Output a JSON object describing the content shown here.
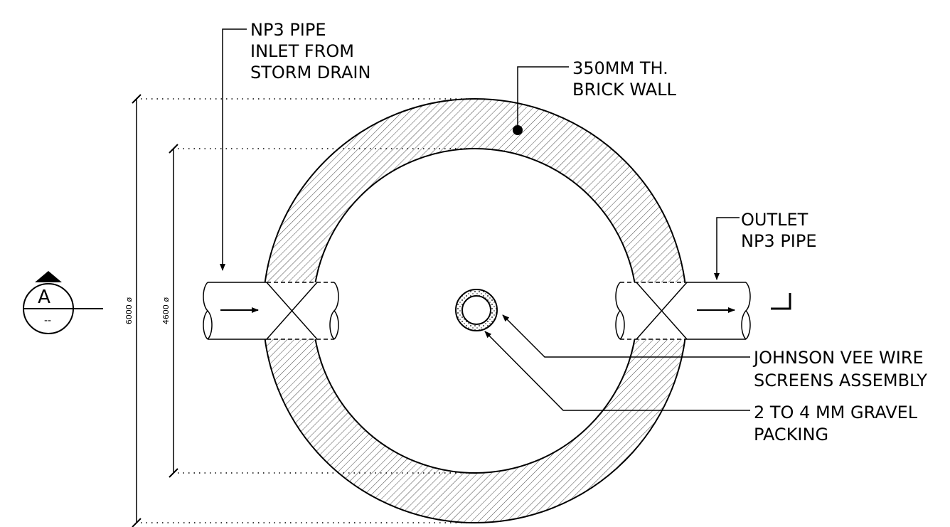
{
  "labels": {
    "inlet": [
      "NP3 PIPE",
      "INLET FROM",
      "STORM DRAIN"
    ],
    "wall": [
      "350MM TH.",
      "BRICK WALL"
    ],
    "outlet": [
      "OUTLET",
      "NP3 PIPE"
    ],
    "screens": [
      "JOHNSON VEE WIRE",
      "SCREENS ASSEMBLY"
    ],
    "gravel": [
      "2 TO 4 MM GRAVEL",
      "PACKING"
    ]
  },
  "dimensions": {
    "outer_diameter": "6000 ø",
    "inner_diameter": "4600 ø"
  },
  "section_marker": {
    "letter": "A",
    "sheet": "--"
  }
}
